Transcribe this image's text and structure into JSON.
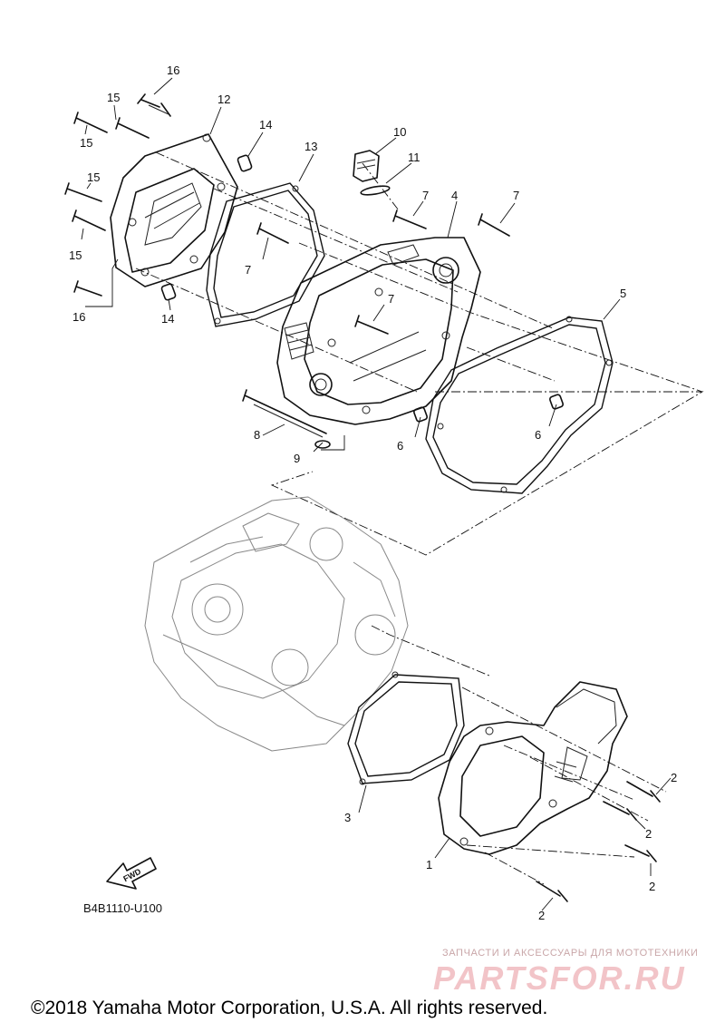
{
  "diagram": {
    "callouts": [
      {
        "id": "c16a",
        "text": "16"
      },
      {
        "id": "c15a",
        "text": "15"
      },
      {
        "id": "c15b",
        "text": "15"
      },
      {
        "id": "c15c",
        "text": "15"
      },
      {
        "id": "c15d",
        "text": "15"
      },
      {
        "id": "c16b",
        "text": "16"
      },
      {
        "id": "c12",
        "text": "12"
      },
      {
        "id": "c14a",
        "text": "14"
      },
      {
        "id": "c14b",
        "text": "14"
      },
      {
        "id": "c13",
        "text": "13"
      },
      {
        "id": "c10",
        "text": "10"
      },
      {
        "id": "c11",
        "text": "11"
      },
      {
        "id": "c7a",
        "text": "7"
      },
      {
        "id": "c7b",
        "text": "7"
      },
      {
        "id": "c7c",
        "text": "7"
      },
      {
        "id": "c7d",
        "text": "7"
      },
      {
        "id": "c4",
        "text": "4"
      },
      {
        "id": "c5",
        "text": "5"
      },
      {
        "id": "c6a",
        "text": "6"
      },
      {
        "id": "c6b",
        "text": "6"
      },
      {
        "id": "c8",
        "text": "8"
      },
      {
        "id": "c9",
        "text": "9"
      },
      {
        "id": "c3",
        "text": "3"
      },
      {
        "id": "c1",
        "text": "1"
      },
      {
        "id": "c2a",
        "text": "2"
      },
      {
        "id": "c2b",
        "text": "2"
      },
      {
        "id": "c2c",
        "text": "2"
      },
      {
        "id": "c2d",
        "text": "2"
      }
    ],
    "fwd_label": "FWD",
    "diagram_code": "B4B1110-U100"
  },
  "footer": {
    "copyright": "©2018 Yamaha Motor Corporation, U.S.A. All rights reserved."
  },
  "watermark": {
    "tagline": "ЗАПЧАСТИ И АКСЕССУАРЫ ДЛЯ МОТОТЕХНИКИ",
    "logo": "PARTSFOR.RU"
  }
}
